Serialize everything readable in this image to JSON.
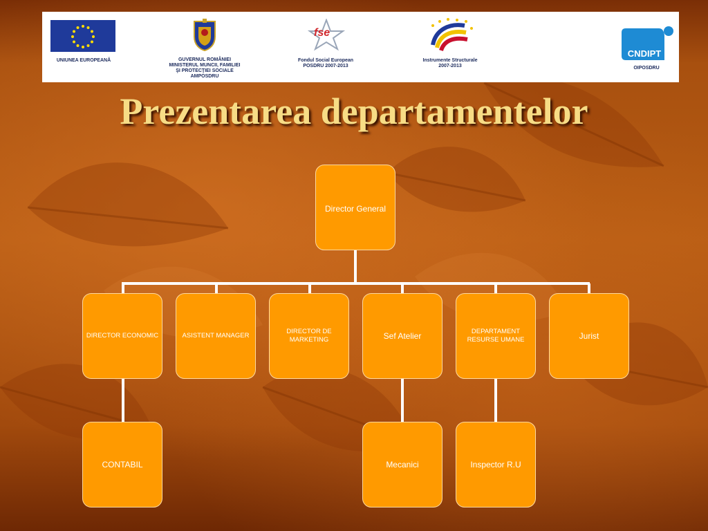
{
  "banner": {
    "logos": [
      {
        "name": "eu-flag",
        "caption": "UNIUNEA EUROPEANĂ"
      },
      {
        "name": "romania-coat-of-arms",
        "caption_lines": [
          "GUVERNUL ROMÂNIEI",
          "MINISTERUL MUNCII, FAMILIEI",
          "ŞI PROTECŢIEI SOCIALE",
          "AMPOSDRU"
        ]
      },
      {
        "name": "fse",
        "mark": "fse",
        "caption_lines": [
          "Fondul Social European",
          "POSDRU 2007-2013"
        ]
      },
      {
        "name": "instrumente-structurale",
        "caption_lines": [
          "Instrumente Structurale",
          "2007-2013"
        ]
      },
      {
        "name": "cndipt",
        "mark": "CNDIPT",
        "caption": "OIPOSDRU"
      }
    ]
  },
  "title": "Prezentarea departamentelor",
  "org": {
    "root": "Director General",
    "departments": [
      "DIRECTOR ECONOMIC",
      "ASISTENT MANAGER",
      "DIRECTOR DE MARKETING",
      "Sef Atelier",
      "DEPARTAMENT RESURSE UMANE",
      "Jurist"
    ],
    "subordinates": [
      "CONTABIL",
      "Mecanici",
      "Inspector R.U"
    ]
  },
  "colors": {
    "node_fill": "#ff9a00",
    "title": "#f7dc85",
    "background": "#b85d14"
  }
}
